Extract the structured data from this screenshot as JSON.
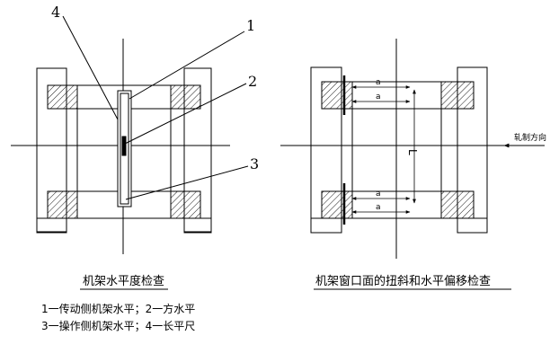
{
  "left_figure": {
    "callouts": [
      "1",
      "2",
      "3",
      "4"
    ],
    "caption": "机架水平度检查",
    "legend": [
      "1一传动侧机架水平；2一方水平",
      "3一操作侧机架水平；4一长平尺"
    ]
  },
  "right_figure": {
    "caption": "机架窗口面的扭斜和水平偏移检查",
    "direction_label": "轧制方向",
    "dimension_label": "L",
    "gap_labels": [
      "a",
      "a",
      "a",
      "a"
    ]
  }
}
